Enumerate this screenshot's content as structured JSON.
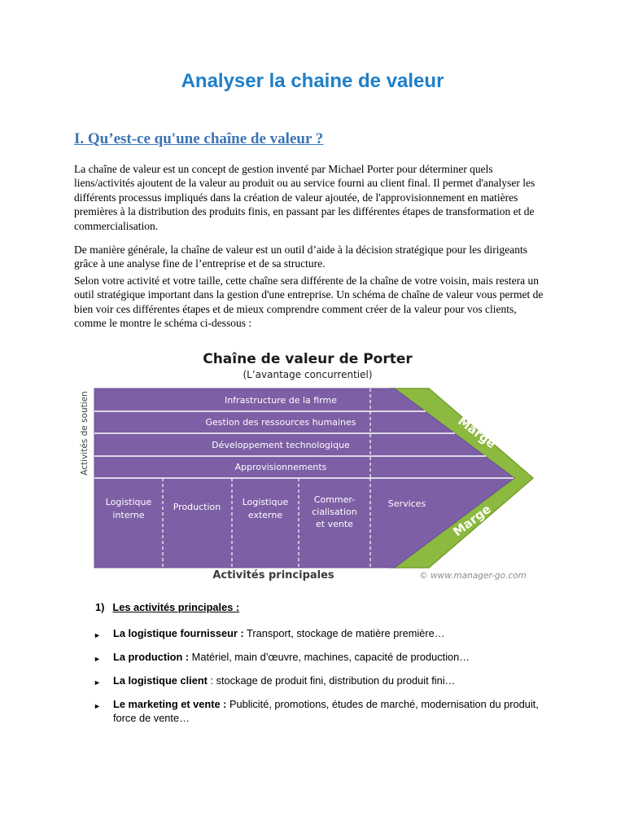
{
  "page": {
    "title": "Analyser la chaine de valeur",
    "heading": "I. Qu’est-ce qu'une chaîne de valeur ?",
    "paragraphs": [
      "La chaîne de valeur est un concept de gestion inventé par Michael Porter pour déterminer quels liens/activités ajoutent de la valeur au produit ou au service fourni au client final. Il permet d'analyser les différents processus impliqués dans la création de valeur ajoutée, de l'approvisionnement en matières premières à la distribution des produits finis, en passant par les différentes étapes de transformation et de commercialisation.",
      "De manière générale, la chaîne de valeur est un outil d’aide à la décision stratégique pour les dirigeants grâce à une analyse fine de l’entreprise et de sa structure.",
      "Selon votre activité et votre taille, cette chaîne sera différente de la chaîne de votre voisin, mais restera un outil stratégique important dans la gestion d'une entreprise. Un schéma de chaîne de valeur vous permet de bien voir ces différentes étapes et de mieux comprendre comment créer de la valeur pour vos clients, comme le montre le schéma ci-dessous :"
    ]
  },
  "diagram": {
    "title": "Chaîne de valeur de Porter",
    "subtitle": "(L’avantage concurrentiel)",
    "side_label": "Activités de soutien",
    "support_rows": [
      "Infrastructure de la firme",
      "Gestion des ressources humaines",
      "Développement  technologique",
      "Approvisionnements"
    ],
    "primary_columns": [
      [
        "Logistique",
        "interne"
      ],
      [
        "Production"
      ],
      [
        "Logistique",
        "externe"
      ],
      [
        "Commer-",
        "cialisation",
        "et vente"
      ],
      [
        "Services"
      ]
    ],
    "marge_label": "Marge",
    "bottom_label": "Activités principales",
    "credit": "© www.manager-go.com",
    "colors": {
      "purple": "#7D5FA5",
      "green": "#8CB93F"
    }
  },
  "list": {
    "number": "1)",
    "title": "Les activités principales :",
    "marker_glyph": "►",
    "bullets": [
      {
        "lead": "La logistique fournisseur :",
        "text": " Transport, stockage de matière première…"
      },
      {
        "lead": "La production :",
        "text": " Matériel, main d’œuvre, machines, capacité de production…"
      },
      {
        "lead": "La logistique client",
        "text": " : stockage de produit fini, distribution du produit fini…"
      },
      {
        "lead": "Le marketing et vente :",
        "text": " Publicité, promotions, études de marché, modernisation du produit, force de vente…"
      }
    ]
  }
}
